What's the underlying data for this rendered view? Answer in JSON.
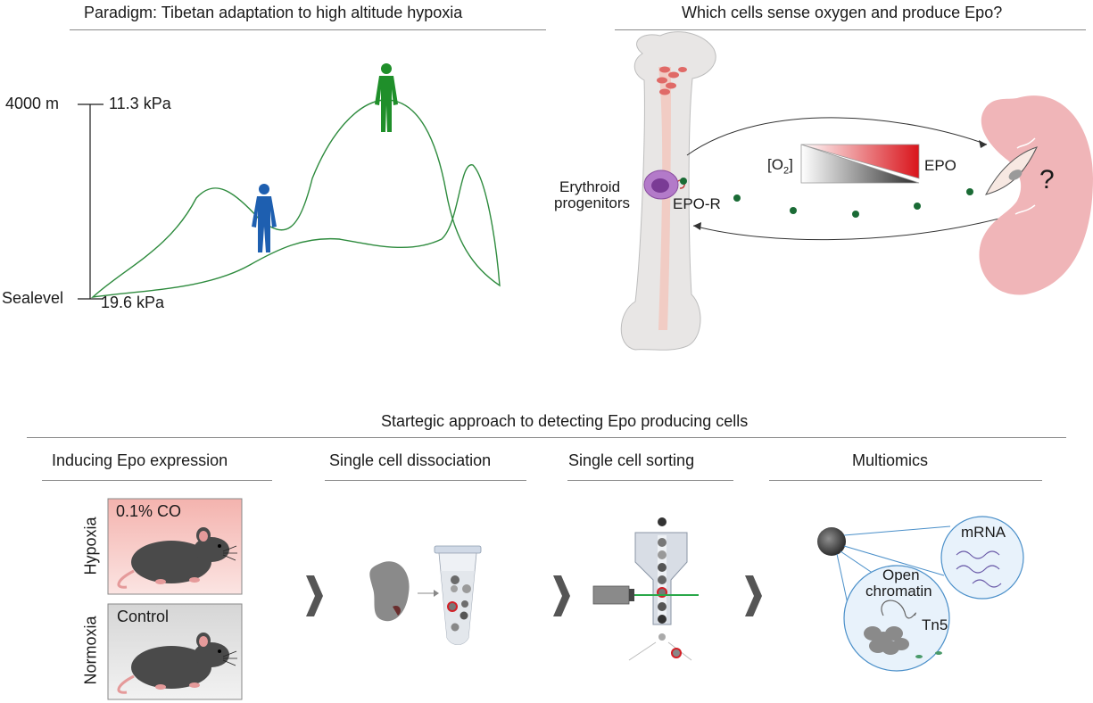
{
  "panel_altitude": {
    "title": "Paradigm: Tibetan adaptation to high altitude hypoxia",
    "altitude_top": "4000 m",
    "pressure_top": "11.3 kPa",
    "altitude_bottom": "Sealevel",
    "pressure_bottom": "19.6 kPa",
    "colors": {
      "mountain": "#2e8b3e",
      "person_high": "#1f8f2a",
      "person_low": "#1e5fb0"
    }
  },
  "panel_oxygen": {
    "title": "Which cells sense oxygen and produce Epo?",
    "progenitor_label_1": "Erythroid",
    "progenitor_label_2": "progenitors",
    "receptor_label": "EPO-R",
    "oxygen_label": "[O",
    "oxygen_sub": "2",
    "oxygen_close": "]",
    "epo_label": "EPO",
    "question": "?",
    "colors": {
      "kidney": "#f0b5b8",
      "epo_dot": "#1a6b35",
      "epo_gradient": "#d9141b"
    }
  },
  "approach": {
    "title": "Startegic approach to detecting Epo producing cells",
    "steps": [
      "Inducing Epo expression",
      "Single cell dissociation",
      "Single cell sorting",
      "Multiomics"
    ],
    "hypoxia_label": "Hypoxia",
    "hypoxia_condition": "0.1% CO",
    "normoxia_label": "Normoxia",
    "normoxia_condition": "Control",
    "multiomics_mrna": "mRNA",
    "multiomics_open_1": "Open",
    "multiomics_open_2": "chromatin",
    "multiomics_tn5": "Tn5",
    "colors": {
      "hypoxia_box": "#f6c9c6",
      "normoxia_box": "#e3e3e3",
      "sort_laser": "#2aa84a",
      "marked_cell": "#d32027"
    }
  }
}
